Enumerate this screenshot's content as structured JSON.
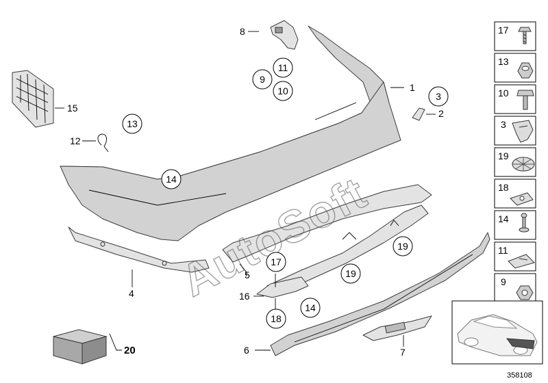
{
  "callouts": {
    "n1": "1",
    "n2": "2",
    "n3": "3",
    "n4": "4",
    "n5": "5",
    "n6": "6",
    "n7": "7",
    "n8": "8",
    "n9": "9",
    "n10": "10",
    "n11": "11",
    "n12": "12",
    "n13": "13",
    "n14a": "14",
    "n14b": "14",
    "n15": "15",
    "n16": "16",
    "n17": "17",
    "n18": "18",
    "n19a": "19",
    "n19b": "19",
    "n20": "20"
  },
  "side_column": [
    "17",
    "13",
    "10",
    "3",
    "19",
    "18",
    "14",
    "11",
    "9"
  ],
  "watermark": "AutoSoft",
  "catalog_number": "358108"
}
